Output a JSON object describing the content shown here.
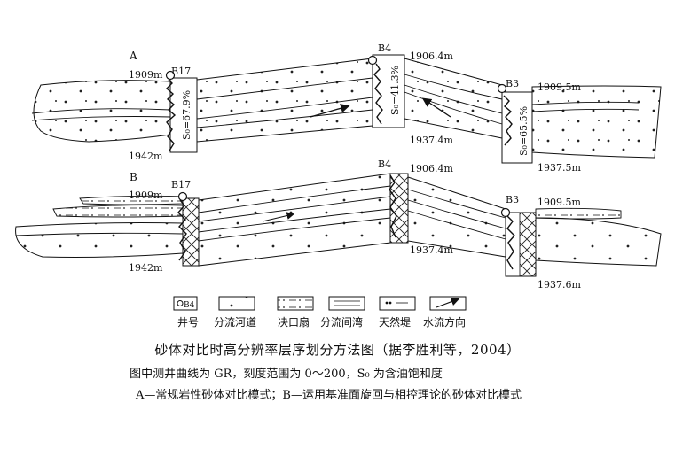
{
  "panel_a": {
    "label": "A",
    "wells": [
      {
        "id": "B17",
        "top": "1909m",
        "bottom": "1942m",
        "so": "S₀=67.9%"
      },
      {
        "id": "B4",
        "top": "1906.4m",
        "bottom": "1937.4m",
        "so": "S₀=41.3%"
      },
      {
        "id": "B3",
        "top": "1909.5m",
        "bottom": "1937.5m",
        "so": "S₀=65.5%"
      }
    ]
  },
  "panel_b": {
    "label": "B",
    "wells": [
      {
        "id": "B17",
        "top": "1909m",
        "bottom": "1942m"
      },
      {
        "id": "B4",
        "top": "1906.4m",
        "bottom": "1937.4m"
      },
      {
        "id": "B3",
        "top": "1909.5m",
        "bottom": "1937.6m"
      }
    ]
  },
  "legend": {
    "well_symbol_text": "B4",
    "items": [
      "井号",
      "分流河道",
      "决口扇",
      "分流间湾",
      "天然堤",
      "水流方向"
    ]
  },
  "caption": {
    "title": "砂体对比时高分辨率层序划分方法图（据李胜利等，2004）",
    "note": "图中测井曲线为 GR，刻度范围为 0～200，S₀ 为含油饱和度",
    "modes": "A—常规岩性砂体对比模式；B—运用基准面旋回与相控理论的砂体对比模式"
  }
}
